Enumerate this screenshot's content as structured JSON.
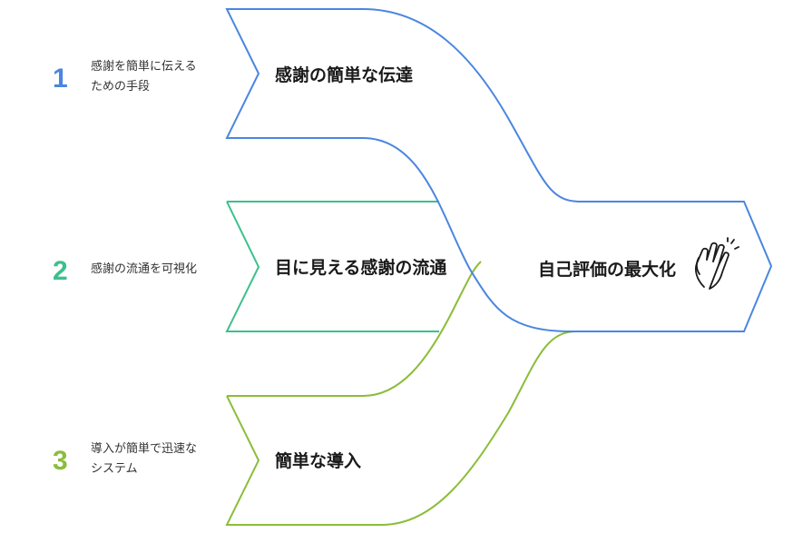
{
  "colors": {
    "blue": "#4a86e0",
    "teal": "#3cc08c",
    "olive": "#8bbd3a",
    "text": "#1a1a1a"
  },
  "steps": [
    {
      "number": "1",
      "description_lines": [
        "感謝を簡単に伝える",
        "ための手段"
      ],
      "flow_label": "感謝の簡単な伝達",
      "color": "#4a86e0"
    },
    {
      "number": "2",
      "description_lines": [
        "感謝の流通を可視化"
      ],
      "flow_label": "目に見える感謝の流通",
      "color": "#3cc08c"
    },
    {
      "number": "3",
      "description_lines": [
        "導入が簡単で迅速な",
        "システム"
      ],
      "flow_label": "簡単な導入",
      "color": "#8bbd3a"
    }
  ],
  "result": {
    "label": "自己評価の最大化",
    "icon": "clapping-hands-icon"
  }
}
